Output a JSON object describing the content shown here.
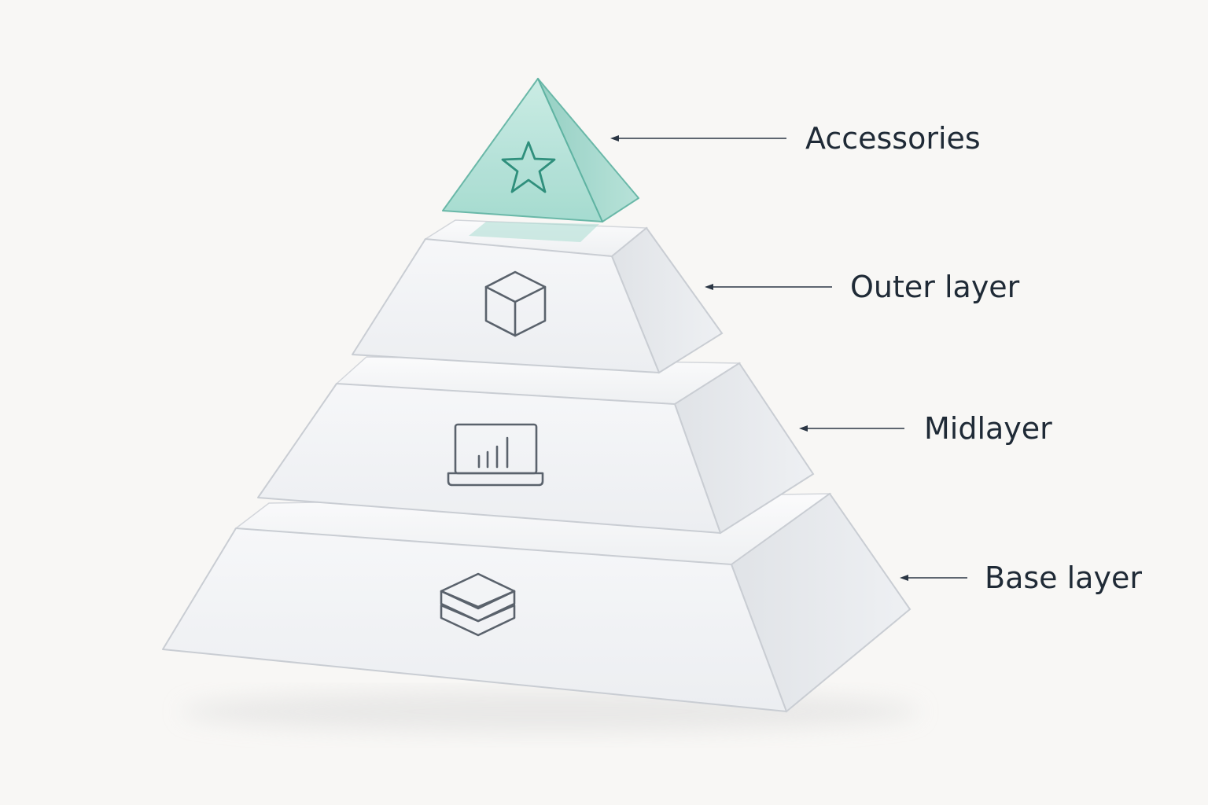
{
  "diagram": {
    "type": "layered pyramid",
    "layers": [
      {
        "label": "Accessories",
        "icon": "star-icon",
        "accent": "#a9dcd2"
      },
      {
        "label": "Outer layer",
        "icon": "cube-icon"
      },
      {
        "label": "Midlayer",
        "icon": "laptop-chart-icon"
      },
      {
        "label": "Base layer",
        "icon": "stacked-layers-icon"
      }
    ],
    "colors": {
      "background": "#f8f7f5",
      "tier_face": "#f4f5f7",
      "tier_side": "#e3e5e9",
      "tier_edge": "#c9cdd3",
      "accent_fill": "#a9dcd2",
      "accent_edge": "#5fb3a2",
      "text": "#1f2a36"
    }
  }
}
